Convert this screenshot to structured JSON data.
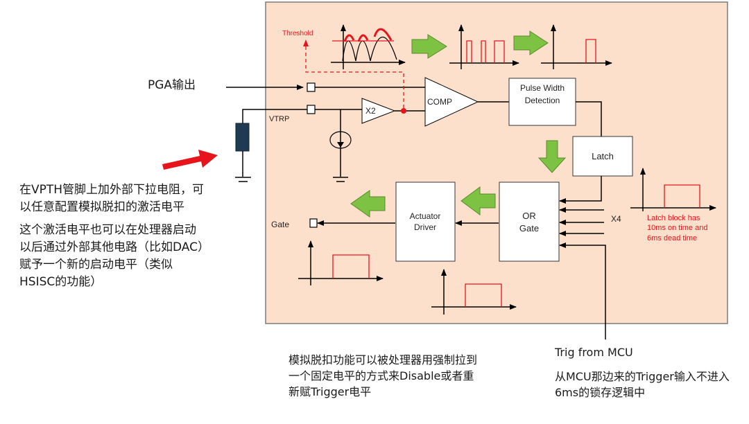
{
  "labels": {
    "pga_output": "PGA输出",
    "vtrp": "VTRP",
    "threshold": "Threshold",
    "x2": "X2",
    "comp": "COMP",
    "pulse_width_line1": "Pulse Width",
    "pulse_width_line2": "Detection",
    "latch": "Latch",
    "or_line1": "OR",
    "or_line2": "Gate",
    "actuator_line1": "Actuator",
    "actuator_line2": "Driver",
    "gate": "Gate",
    "x4": "X4",
    "latch_note_line1": "Latch block has",
    "latch_note_line2": "10ms on time and",
    "latch_note_line3": "6ms dead time"
  },
  "notes": {
    "left_para1": "在VPTH管脚上加外部下拉电阻，可以任意配置模拟脱扣的激活电平",
    "left_para2": "这个激活电平也可以在处理器启动以后通过外部其他电路（比如DAC）赋予一个新的启动电平（类似HSISC的功能）",
    "bottom": "模拟脱扣功能可以被处理器用强制拉到一个固定电平的方式来Disable或者重新赋Trigger电平",
    "trig_title": "Trig from MCU",
    "trig_desc": "从MCU那边来的Trigger输入不进入6ms的锁存逻辑中"
  },
  "colors": {
    "panel_bg": "#fde0cc",
    "accent_red": "#e8141c",
    "green_arrow": "#7dc242",
    "resistor": "#1f3a52"
  }
}
